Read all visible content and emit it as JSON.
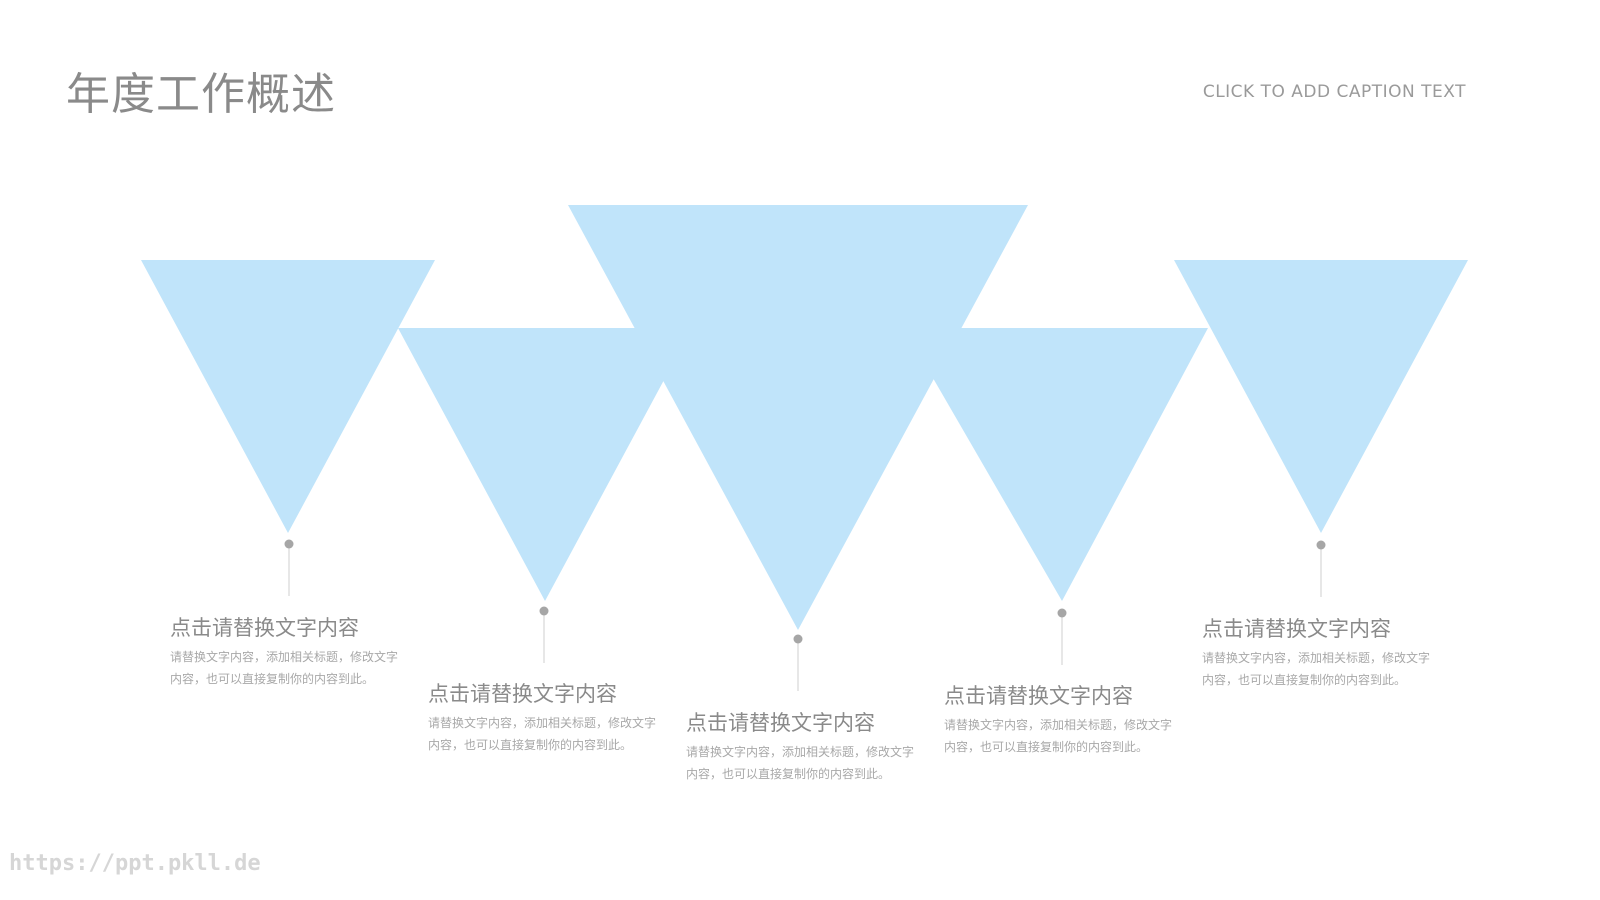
{
  "slide": {
    "title": "年度工作概述",
    "caption": "CLICK TO ADD CAPTION TEXT",
    "watermark": "https://ppt.pkll.de"
  },
  "colors": {
    "triangle_fill": "#c0e4fa",
    "marker": "#a6a6a6",
    "line": "#cfcfcf"
  },
  "items": [
    {
      "title": "点击请替换文字内容",
      "desc": "请替换文字内容，添加相关标题，修改文字内容，也可以直接复制你的内容到此。"
    },
    {
      "title": "点击请替换文字内容",
      "desc": "请替换文字内容，添加相关标题，修改文字内容，也可以直接复制你的内容到此。"
    },
    {
      "title": "点击请替换文字内容",
      "desc": "请替换文字内容，添加相关标题，修改文字内容，也可以直接复制你的内容到此。"
    },
    {
      "title": "点击请替换文字内容",
      "desc": "请替换文字内容，添加相关标题，修改文字内容，也可以直接复制你的内容到此。"
    },
    {
      "title": "点击请替换文字内容",
      "desc": "请替换文字内容，添加相关标题，修改文字内容，也可以直接复制你的内容到此。"
    }
  ]
}
